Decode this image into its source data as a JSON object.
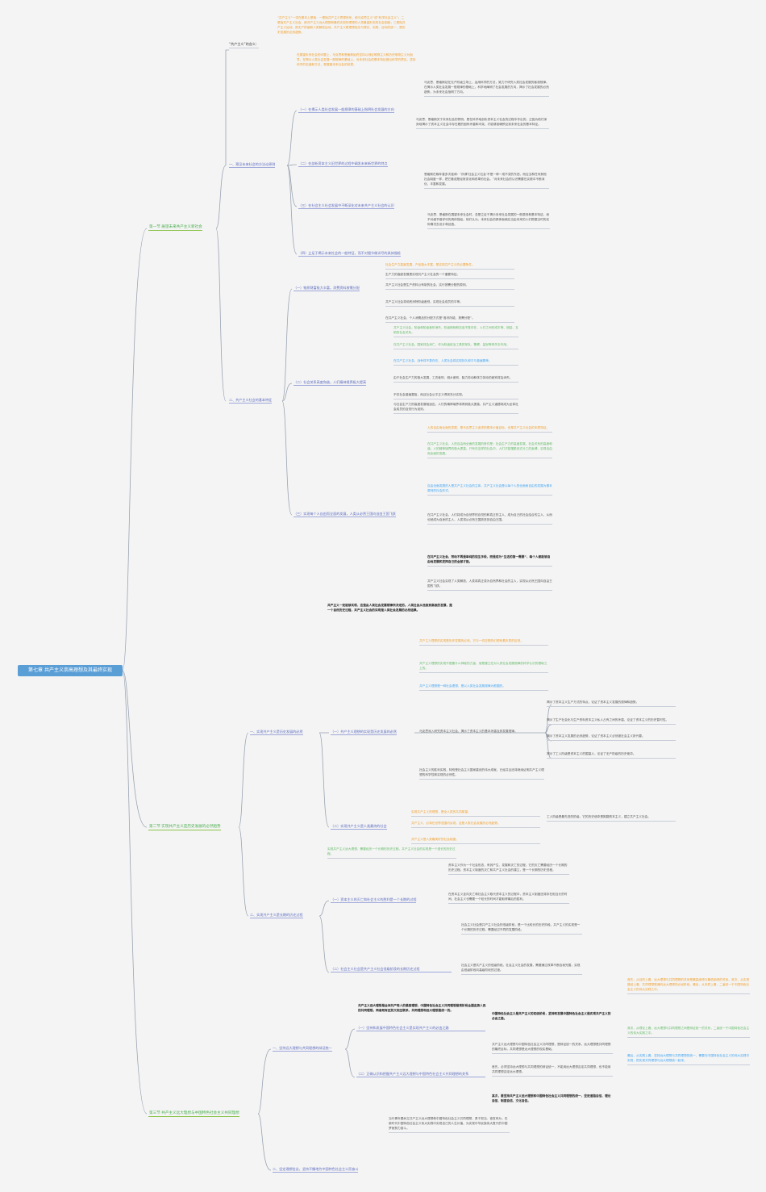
{
  "root": "第七章 共产主义崇高理想及其最终实现",
  "sections": {
    "s1": "第一节 展望未来共产主义新社会",
    "s2": "第二节 实现共产主义是历史发展的必然趋势",
    "s3": "第三节 共产主义远大理想与中国特色社会主义共同理想"
  },
  "subs": {
    "s1a": "一、预见未来社会的方法论原则",
    "s1a1": "（一）在揭示人类社会发展一般规律的基础上指明社会发展的方向",
    "s1a2": "（二）在剖析资本主义旧世界的过程中阐发未来新世界的特点",
    "s1a3": "（三）在社会主义社会发展中不断深化对未来共产主义社会的认识",
    "s1a4": "（四）立足于揭示未来社会的一般特征，而不对细节做详尽的具体描绘",
    "s1b": "二、共产主义社会的基本特征",
    "s1b1": "（一）物质财富极大丰富，消费资料按需分配",
    "s1b2": "（二）社会关系高度和谐，人们精神境界极大提高",
    "s1b3": "（三）实现每个人自由而全面的发展，人类从必然王国向自由王国飞跃",
    "s2a": "一、实现共产主义是历史发展的必然",
    "s2a1": "（一）共产主义理想的实现是历史发展的必然",
    "s2a2": "（二）实现共产主义是人类最终的社会",
    "s2b": "二、实现共产主义是长期的历史过程",
    "s2b1": "（一）资本主义的灭亡和社会主义的胜利是一个长期的过程",
    "s2b2": "（二）社会主义社会是共产主义社会低级阶段的长期历史过程",
    "s3a": "一、坚持远大理想与共同理想的辩证统一",
    "s3a1": "（一）坚持和发展中国特色社会主义是实现共产主义的必由之路",
    "s3a2": "（二）正确认识和把握共产主义远大理想与中国特色社会主义共同理想的关系",
    "s3b": "二、坚定理想信念，坚持不懈地为中国特色社会主义而奋斗"
  },
  "notes": {
    "def_label": "“共产主义”的含义：",
    "def_text": "“共产主义”一词在基本上是指：一是指共产主义思想体系，即马克思主义“或”科学社会主义”；二是指共产主义社会，即共产主义远大理想和最终实现的理想的人类最高形态的社会制度；三是指共产主义运动，即无产阶级和人类解放运动。共产主义是理想信念与理论、实践、目标的统一，是历史发展的必然趋势。",
    "method_intro": "在展望未来社会的问题上，马克思和恩格斯始终坚持以辩证唯物主义和历史唯物主义为指导，在揭示人类社会发展一般规律的基础上，对未来社会的基本特征做出科学的预见。坚持科学的态度和方法，是展望未来社会的前提。",
    "p1": "马克思、恩格斯站在无产阶级立场上，运用科学的方法，致力于研究人类社会发展的客观规律。在揭示人类社会发展一般规律的基础上，科学地阐明了社会发展的方向，揭示了社会发展的必然趋势，为未来社会指明了方向。",
    "p2": "马克思、恩格斯关于未来社会的预测，是在科学地剖析资本主义社会的过程中作出的。正因为他们深刻地揭示了资本主义社会中存在着的固有矛盾和冲突，才能够准确预见到未来社会的基本特征。",
    "p3": "恩格斯在晚年曾多次强调：“所谓‘社会主义社会’不是一种一成不变的东西，而应当和任何其他社会制度一样，把它看成是经常变化和改革的社会。”对未来社会的认识需要在实践中不断深化、丰富和发展。",
    "p4": "马克思、恩格斯在展望未来社会时，总是立足于揭示未来社会发展的一般原则和基本特征，而不对细节做详尽的具体描绘。他们认为，未来社会的具体面貌应当由未来的人们根据当时的实际情况去设计和创造。",
    "b1_items": [
      "社会生产力高度发展，产品极大丰富，是实现共产主义的必要条件。",
      "生产力的高度发展是实现共产主义社会的一个重要特征。",
      "共产主义社会是生产资料公有制的社会，实行按需分配的原则。",
      "共产主义社会将彻底消除阶级差别，实现社会成员的平等。",
      "在共产主义社会，个人消费品的分配方式是“各尽所能，按需分配”。"
    ],
    "b2_items": [
      "共产主义社会，阶级和阶级差别消失，阶级剥削和压迫不复存在，人们之间形成平等、团结、互助的社会关系。",
      "在共产主义社会，国家将会消亡，作为阶级统治工具的军队、警察、监狱等将失去作用。",
      "在共产主义社会，战争将不复存在，人类社会将实现持久和平与普遍繁荣。",
      "由于社会生产力的极大发展，工农差别、城乡差别、脑力劳动和体力劳动的差别将会消失。",
      "不仅社会普遍富裕，而且社会公平正义得到充分实现。",
      "与社会生产力的高度发展相适应，人们的精神境界将得到极大提高，共产主义道德将成为全体社会成员的自觉行为准则。"
    ],
    "b3_items": [
      "人的自由而全面的发展，是马克思主义追求的根本价值目标，也是共产主义社会的本质特征。",
      "在共产主义社会，人的自由而全面的发展的条件是：社会生产力的高度发展，社会关系的高度和谐，人的精神境界的极大提高。只有在这样的社会中，人们才能摆脱旧式分工的束缚，实现自由而全面的发展。",
      "自由全面发展的人是共产主义社会的主体。共产主义社会是以每个人的全面而自由的发展为基本原则的社会形式。",
      "在共产主义社会，人们将成为自然界的自觉的和真正的主人，成为自己的社会结合的主人，从而也就成为自身的主人，人类将从必然王国跃进到自由王国。",
      "在共产主义社会，劳动不再是单纯的谋生手段，而是成为“生活的第一需要”，每个人都能够自由地发展和发挥自己的全部才能。",
      "共产主义社会实现了人类解放，人类将真正成为自然界和社会的主人，实现从必然王国向自由王国的飞跃。"
    ],
    "hist_intro": "共产主义一定能够实现，这是由人类社会发展规律所决定的。人类社会从低级到高级的发展，是一个自然历史过程，共产主义社会的实现是人类社会发展的必然结果。",
    "a1_items": [
      "共产主义理想的实现是历史发展的必然，它与一切空想的幻想有着本质的区别。",
      "共产主义理想的实现不是靠什么神秘的力量，而是建立在对人类社会发展规律的科学认识的基础之上的。",
      "共产主义理想是一种社会理想，是以人类社会发展规律为根据的。"
    ],
    "a1_sci": "马克思深入研究资本主义社会，揭示了资本主义的基本矛盾及其发展规律。",
    "a1_right": [
      "揭示了资本主义生产方式的特点，论证了资本主义发展的规律和趋势。",
      "揭示了生产社会化与生产资料资本主义私人占有之间的矛盾，论证了资本主义的历史暂时性。",
      "揭示了资本主义发展的必然趋势，论证了资本主义必然被社会主义所代替。",
      "揭示了工人阶级是资本主义的掘墓人，论证了无产阶级的历史使命。"
    ],
    "a1_text": "社会主义的胜利实践，特别是社会主义国家建设的伟大成就，已经并且还将继续证明共产主义理想的科学性和实现的必然性。",
    "a2_items": [
      "实现共产主义的理想，是全人类的共同愿望。",
      "共产主义，必将在世界范围内实现，这是人类社会发展的必然趋势。",
      "共产主义是人类最美好的社会制度。"
    ],
    "a2_right": "工人阶级是最先进的阶级，它的历史使命是推翻资本主义，建立共产主义社会。",
    "b_intro": "实现共产主义远大理想，需要经历一个长期的历史过程。共产主义社会的实现是一个漫长的历史过程。",
    "b1_text": "资本主义作为一个社会形态，有其产生、发展和灭亡的过程，它的灭亡需要经历一个长期的历史过程。资本主义制度的灭亡和共产主义社会的建立，是一个长期的历史进程。",
    "b1_text2": "在资本主义走向灭亡和社会主义取代资本主义的过程中，资本主义制度还将存在相当长的时间，社会主义也需要一个较长的时间才能取得最后的胜利。",
    "b2_text": "社会主义社会是共产主义社会的低级阶段，是一个比较长的历史阶段。共产主义的实现是一个长期的历史过程，需要经过不同的发展阶段。",
    "b2_text2": "社会主义是共产主义的低级阶段。社会主义社会的发展，需要通过改革不断自我完善，实现由低级阶段向高级阶段的过渡。",
    "s3_intro": "共产主义远大理想是全体共产党人的最高理想，中国特色社会主义共同理想是现阶段全国各族人民的共同理想。两者既有区别又相互联系，共同理想和远大理想是统一的。",
    "s3a1_text": "中国特色社会主义是共产主义的初级阶段，坚持和发展中国特色社会主义是实现共产主义的必由之路。",
    "s3a2_text": "共产主义远大理想与中国特色社会主义共同理想，是辩证统一的关系。远大理想是共同理想的最终目标，共同理想是远大理想的现实基础。",
    "s3a2_text2": "首先，必须坚持远大理想与共同理想的辩证统一，不能用远大理想否定共同理想，也不能用共同理想否定远大理想。",
    "s3a2_text3": "其次，要坚持共产主义远大理想和中国特色社会主义共同理想的统一，坚定道路自信、理论自信、制度自信、文化自信。",
    "s3_right": "首先，从目的上看，远大理想与共同理想的关系是最高纲领与最低纲领的关系。其次，从实现路径上看，共同理想是通向远大理想的必经阶段。最后，从本质上看，二者统一于中国特色社会主义的伟大实践之中。",
    "s3_right2": "其次，从理论上看，远大理想与共同理想之间是辩证统一的关系，二者统一于中国特色社会主义的伟大实践之中。",
    "s3_right3": "最后，从实践上看，坚持远大理想与共同理想的统一，需要在中国特色社会主义的伟大实践中实现，把实现共同理想与远大理想统一起来。",
    "s3b_text": "当代青年要树立共产主义远大理想和中国特色社会主义共同理想，勇于担当、奋发有为，在新时代中国特色社会主义伟大实践中实现自己的人生价值，为实现中华民族伟大复兴的中国梦而努力奋斗。"
  }
}
